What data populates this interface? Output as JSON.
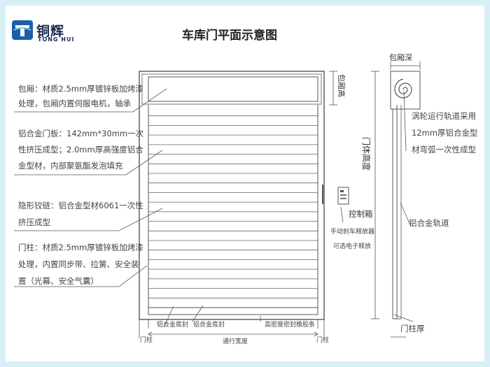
{
  "logo": {
    "name": "铜辉",
    "sub": "TONG HUI"
  },
  "title": "车库门平面示意图",
  "labels": {
    "box_note_1": "包厢：材质2.5mm厚镀锌板加烤漆",
    "box_note_2": "处理，包厢内置伺服电机，轴承",
    "slat_note_1": "铝合金门板：142mm*30mm一次",
    "slat_note_2": "性挤压成型；2.0mm厚高强度铝合",
    "slat_note_3": "金型材，内部聚氨酯发泡填充",
    "hinge_note_1": "隐形铰链：铝合金型材6061一次性",
    "hinge_note_2": "挤压成型",
    "post_note_1": "门柱：材质2.5mm厚镀锌板加烤漆",
    "post_note_2": "处理，内置同步带、拉簧、安全装",
    "post_note_3": "置（光幕、安全气囊）",
    "box_height": "包厢高",
    "door_height": "门体高度",
    "control_box": "控制箱",
    "manual_release": "手动刹车释放器",
    "electronic_release": "可选电子释放",
    "bottom_seal_1": "铝合金底封",
    "bottom_seal_2": "铝合金底封",
    "rubber_seal": "高密度密封橡胶条",
    "post_left": "门柱",
    "post_right": "门柱",
    "passage_width": "通行宽度",
    "box_depth": "包厢深",
    "side_note_1": "涡轮运行轨道采用",
    "side_note_2": "12mm厚铝合金型",
    "side_note_3": "材弯弧一次性成型",
    "track": "铝合金轨道",
    "post_thickness": "门柱厚"
  }
}
